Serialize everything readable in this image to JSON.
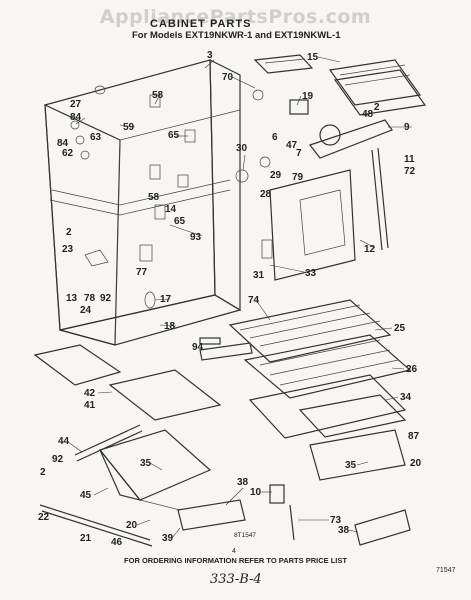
{
  "watermark": "AppliancePartsPros.com",
  "header": {
    "title": "CABINET PARTS",
    "subtitle": "For Models EXT19NKWR-1 and EXT19NKWL-1"
  },
  "footer": {
    "instruction": "FOR ORDERING INFORMATION REFER TO PARTS PRICE LIST",
    "page_number": "4",
    "code": "71547",
    "figure_ref": "8T1547",
    "handwritten_note": "333-B-4"
  },
  "callouts": [
    {
      "id": "c3",
      "label": "3"
    },
    {
      "id": "c15",
      "label": "15"
    },
    {
      "id": "c70",
      "label": "70"
    },
    {
      "id": "c58a",
      "label": "58"
    },
    {
      "id": "c27",
      "label": "27"
    },
    {
      "id": "c84a",
      "label": "84"
    },
    {
      "id": "c59",
      "label": "59"
    },
    {
      "id": "c63",
      "label": "63"
    },
    {
      "id": "c84b",
      "label": "84"
    },
    {
      "id": "c62",
      "label": "62"
    },
    {
      "id": "c65a",
      "label": "65"
    },
    {
      "id": "c19",
      "label": "19"
    },
    {
      "id": "c2a",
      "label": "2"
    },
    {
      "id": "c48",
      "label": "48"
    },
    {
      "id": "c6",
      "label": "6"
    },
    {
      "id": "c47",
      "label": "47"
    },
    {
      "id": "c7",
      "label": "7"
    },
    {
      "id": "c9",
      "label": "9"
    },
    {
      "id": "c30",
      "label": "30"
    },
    {
      "id": "c29",
      "label": "29"
    },
    {
      "id": "c28",
      "label": "28"
    },
    {
      "id": "c79",
      "label": "79"
    },
    {
      "id": "c11",
      "label": "11"
    },
    {
      "id": "c72",
      "label": "72"
    },
    {
      "id": "c58b",
      "label": "58"
    },
    {
      "id": "c14",
      "label": "14"
    },
    {
      "id": "c65b",
      "label": "65"
    },
    {
      "id": "c93",
      "label": "93"
    },
    {
      "id": "c2b",
      "label": "2"
    },
    {
      "id": "c23",
      "label": "23"
    },
    {
      "id": "c77",
      "label": "77"
    },
    {
      "id": "c12",
      "label": "12"
    },
    {
      "id": "c31",
      "label": "31"
    },
    {
      "id": "c33",
      "label": "33"
    },
    {
      "id": "c13",
      "label": "13"
    },
    {
      "id": "c78",
      "label": "78"
    },
    {
      "id": "c92a",
      "label": "92"
    },
    {
      "id": "c24",
      "label": "24"
    },
    {
      "id": "c17",
      "label": "17"
    },
    {
      "id": "c74",
      "label": "74"
    },
    {
      "id": "c18",
      "label": "18"
    },
    {
      "id": "c25",
      "label": "25"
    },
    {
      "id": "c94",
      "label": "94"
    },
    {
      "id": "c26",
      "label": "26"
    },
    {
      "id": "c42",
      "label": "42"
    },
    {
      "id": "c41",
      "label": "41"
    },
    {
      "id": "c34",
      "label": "34"
    },
    {
      "id": "c44",
      "label": "44"
    },
    {
      "id": "c87",
      "label": "87"
    },
    {
      "id": "c92b",
      "label": "92"
    },
    {
      "id": "c2c",
      "label": "2"
    },
    {
      "id": "c35a",
      "label": "35"
    },
    {
      "id": "c35b",
      "label": "35"
    },
    {
      "id": "c20a",
      "label": "20"
    },
    {
      "id": "c45",
      "label": "45"
    },
    {
      "id": "c38a",
      "label": "38"
    },
    {
      "id": "c22",
      "label": "22"
    },
    {
      "id": "c10",
      "label": "10"
    },
    {
      "id": "c73",
      "label": "73"
    },
    {
      "id": "c21",
      "label": "21"
    },
    {
      "id": "c20b",
      "label": "20"
    },
    {
      "id": "c39",
      "label": "39"
    },
    {
      "id": "c46",
      "label": "46"
    },
    {
      "id": "c38b",
      "label": "38"
    }
  ]
}
